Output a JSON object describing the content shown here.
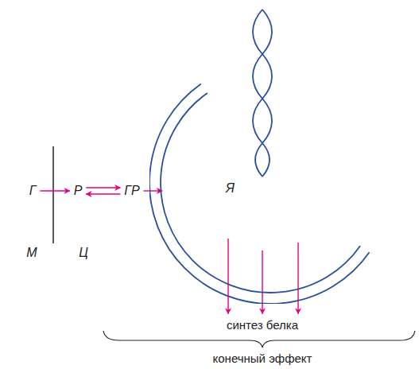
{
  "diagram": {
    "nodes": [
      {
        "text": [
          "Г"
        ]
      },
      {
        "text": [
          "Р"
        ]
      },
      {
        "text": [
          "ГР"
        ]
      },
      {
        "text": [
          "Я"
        ]
      },
      {
        "text": [
          "синтез белка"
        ]
      }
    ],
    "edges": [
      {
        "from": 0,
        "to": 1,
        "arrow": "to"
      },
      {
        "from": 1,
        "to": 2,
        "arrow": "to"
      },
      {
        "from": 2,
        "to": 1,
        "arrow": "to"
      },
      {
        "from": 2,
        "to": 3,
        "arrow": "to"
      },
      {
        "from": 3,
        "to": 4,
        "arrow": "to"
      },
      {
        "from": 3,
        "to": 4,
        "arrow": "to"
      },
      {
        "from": 3,
        "to": 4,
        "arrow": "to"
      }
    ],
    "labels": [
      "М",
      "Ц",
      "конечный эффект"
    ]
  }
}
